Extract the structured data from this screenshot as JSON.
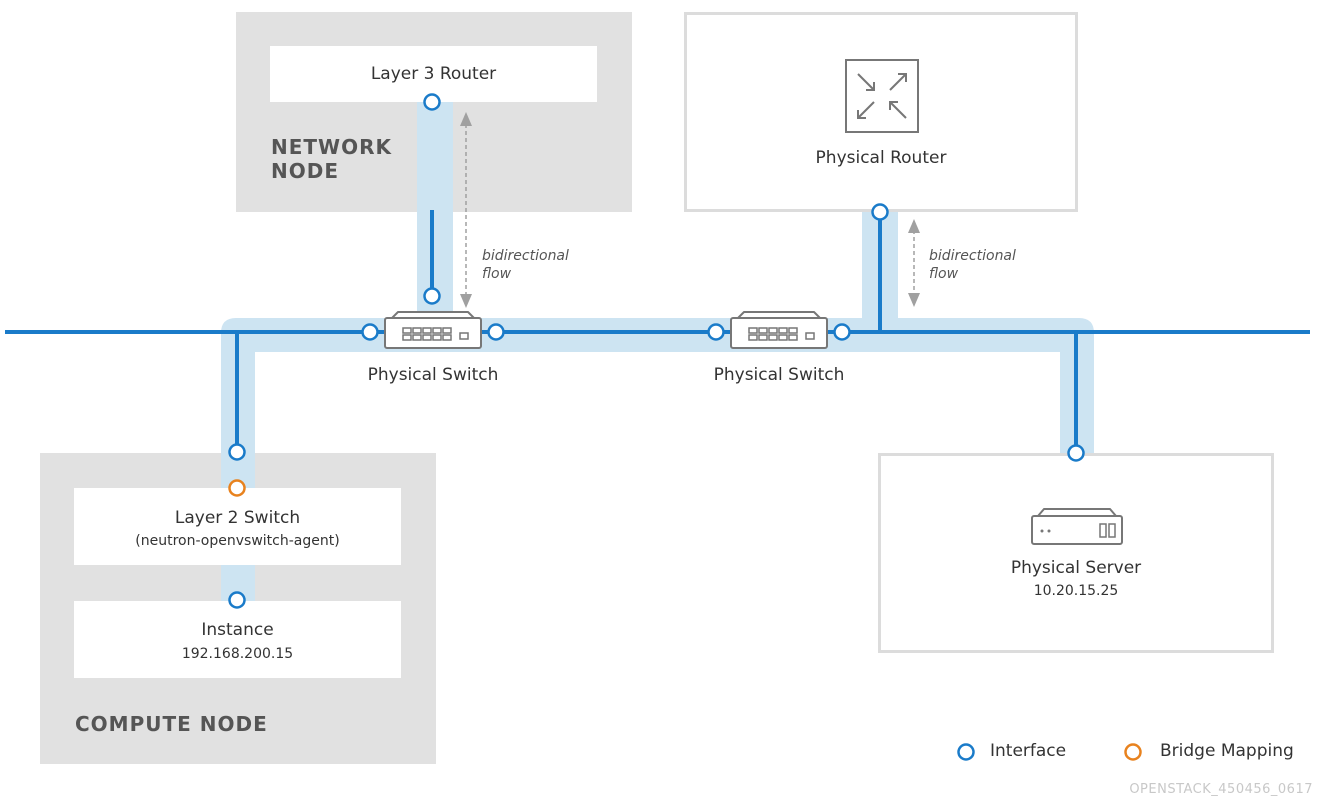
{
  "network_node": {
    "title_line1": "NETWORK",
    "title_line2": "NODE",
    "router_label": "Layer 3 Router"
  },
  "physical_router": {
    "label": "Physical Router"
  },
  "switches": {
    "left_label": "Physical Switch",
    "right_label": "Physical Switch"
  },
  "flows": {
    "left": {
      "line1": "bidirectional",
      "line2": "flow"
    },
    "right": {
      "line1": "bidirectional",
      "line2": "flow"
    }
  },
  "compute_node": {
    "title": "COMPUTE NODE",
    "l2_switch": {
      "label": "Layer 2 Switch",
      "sublabel": "(neutron-openvswitch-agent)"
    },
    "instance": {
      "label": "Instance",
      "ip": "192.168.200.15"
    }
  },
  "physical_server": {
    "label": "Physical Server",
    "ip": "10.20.15.25"
  },
  "legend": {
    "interface": "Interface",
    "bridge_mapping": "Bridge Mapping"
  },
  "footer": "OPENSTACK_450456_0617",
  "colors": {
    "network_line": "#1a7bc9",
    "highlight": "#cde4f2",
    "interface_stroke": "#1a7bc9",
    "bridge_stroke": "#e8821e",
    "node_bg": "#e1e1e1"
  }
}
